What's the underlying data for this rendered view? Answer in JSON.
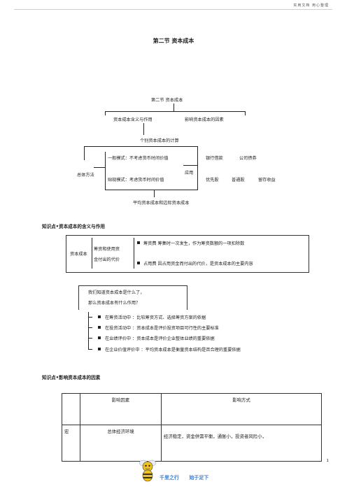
{
  "header": {
    "text": "实用文档 用心整理"
  },
  "title": "第二节  资本成本",
  "diagram": {
    "top": "第二节  资本成本",
    "b1": "资本成本含义与作用",
    "b2": "影响资本成本的因素",
    "calc": "个别资本成本的计算",
    "method": "总体方法",
    "m1": "一般模式：不考虑货币时间价值",
    "m2": "贴现模式：考虑货币时间价值",
    "apply": "应用",
    "r1a": "银行借款",
    "r1b": "公司债券",
    "r2a": "优先股",
    "r2b": "普通股",
    "r2c": "留存收益",
    "bottom": "平均资本成本和边际资本成本"
  },
  "section1": {
    "heading": "知识点•资本成本的含义与作用",
    "left_label": "资本成本",
    "mid_line1": "筹资和使用资",
    "mid_line2": "金付出的代价",
    "items": [
      "筹资费   筹集时一次发生，作为筹资数额的一项扣除数",
      "占用费   因占用资金而付出的代价，是资本成本的主要内容"
    ]
  },
  "question": {
    "line1": "我们知道资本成本是什么了，",
    "line2": "那么资本成本有什么作用？"
  },
  "uses": [
    "在筹资活动中 ：比较筹资方式、选择筹资方案的依据",
    "在投资活动中 ：资本成本是评价投资项目可行性的主要标准",
    "在业绩评价中 ：资本成本是评价企业整体业绩的重要依据",
    "在企业价值评价中 ：平均资本成本是衡量资本结构是否合理的重要依据"
  ],
  "section2": {
    "heading": "知识点•影响资本成本的因素"
  },
  "impact_table": {
    "headers": [
      "",
      "影响因素",
      "影响方式"
    ],
    "rows": [
      [
        "宏",
        "总体经济环境",
        "经济稳定，资金供需平衡，通胀小，投资者风险小，"
      ]
    ]
  },
  "footer": {
    "page": "1",
    "slogan1": "千里之行",
    "slogan2": "始于足下"
  },
  "colors": {
    "footer_blue": "#3a7fd8",
    "bee_yellow": "#f2c21b"
  }
}
